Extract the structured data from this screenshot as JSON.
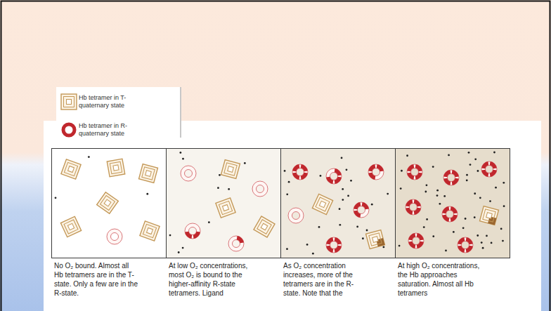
{
  "diagram": {
    "nodes": [
      {
        "text": [
          "No O₂ bound. Almost all Hb tetramers are in the T-state. Only a few are in the R-state."
        ]
      },
      {
        "text": [
          "At low O₂ concentrations, most O₂ is bound to the higher-affinity R-state tetramers. Ligand"
        ]
      },
      {
        "text": [
          "As O₂ concentration increases, more of the tetramers are in the R-state. Note that the"
        ]
      },
      {
        "text": [
          "At high O₂ concentrations, the Hb approaches saturation. Almost all Hb tetramers"
        ]
      }
    ],
    "legend": [
      {
        "text": "Hb tetramer in T-quaternary state"
      },
      {
        "text": "Hb tetramer in R-quaternary state"
      }
    ]
  }
}
